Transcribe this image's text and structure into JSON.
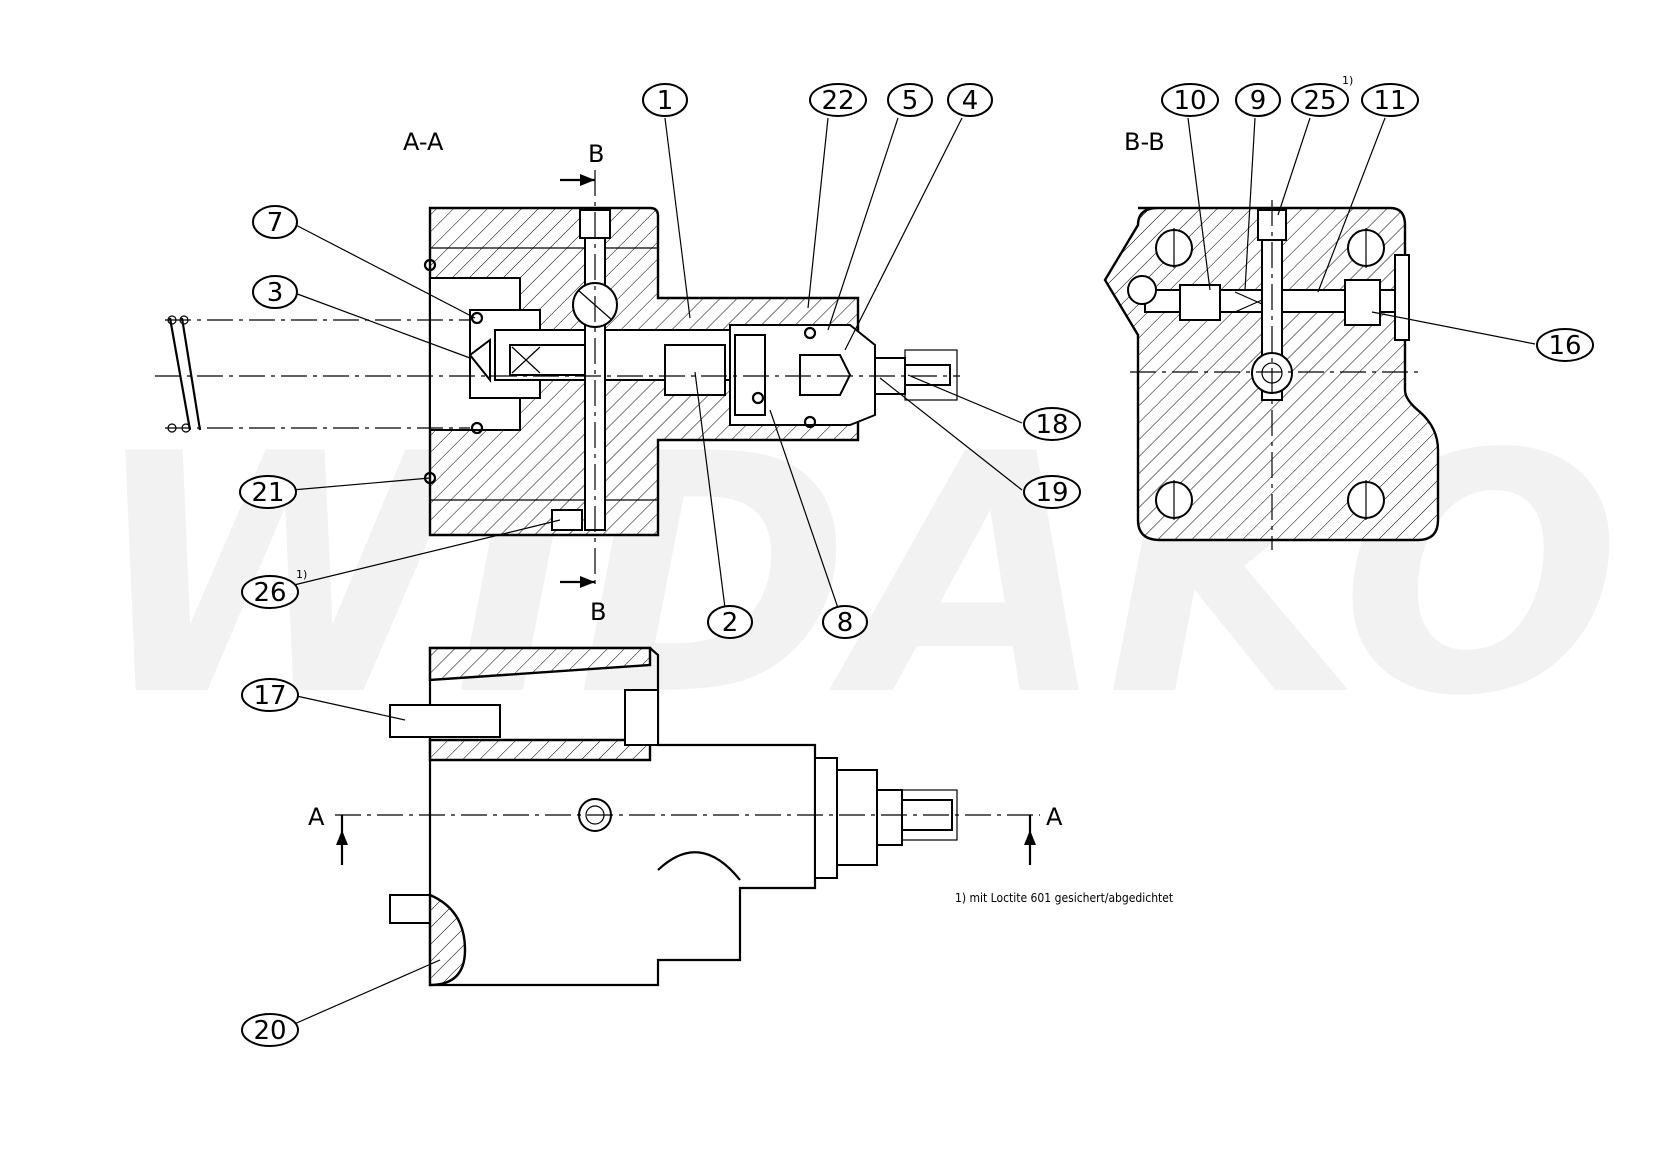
{
  "watermark": "WIDAKO",
  "views": {
    "section_aa": "A-A",
    "section_bb": "B-B",
    "cut_b_top": "B",
    "cut_b_bottom": "B",
    "cut_a_left": "A",
    "cut_a_right": "A"
  },
  "note": "1) mit Loctite 601 gesichert/abgedichtet",
  "callouts": [
    {
      "num": "1"
    },
    {
      "num": "22"
    },
    {
      "num": "5"
    },
    {
      "num": "4"
    },
    {
      "num": "7"
    },
    {
      "num": "3"
    },
    {
      "num": "21"
    },
    {
      "num": "26",
      "sup": "1)"
    },
    {
      "num": "2"
    },
    {
      "num": "8"
    },
    {
      "num": "18"
    },
    {
      "num": "19"
    },
    {
      "num": "10"
    },
    {
      "num": "9"
    },
    {
      "num": "25",
      "sup": "1)"
    },
    {
      "num": "11"
    },
    {
      "num": "16"
    },
    {
      "num": "17"
    },
    {
      "num": "20"
    }
  ]
}
